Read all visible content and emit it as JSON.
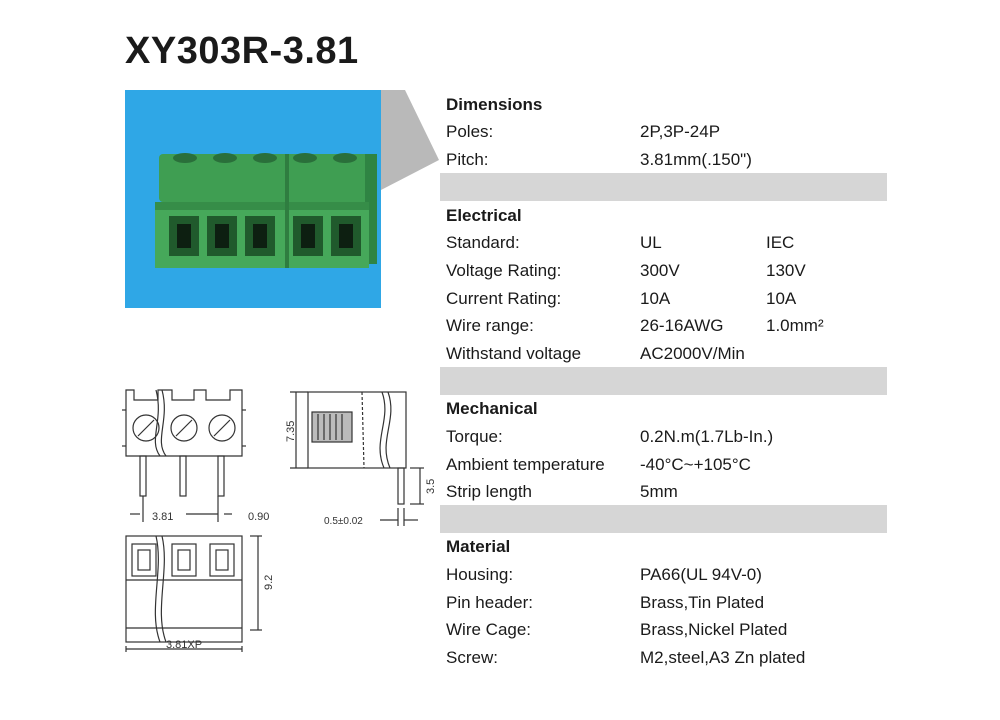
{
  "title": "XY303R-3.81",
  "colors": {
    "photo_bg": "#2fa7e6",
    "housing": "#3a9a4f",
    "separator": "#d6d6d6"
  },
  "sections": {
    "dimensions": {
      "heading": "Dimensions",
      "rows": [
        {
          "label": "Poles:",
          "v1": "2P,3P-24P",
          "v2": ""
        },
        {
          "label": "Pitch:",
          "v1": "3.81mm(.150\")",
          "v2": ""
        }
      ]
    },
    "electrical": {
      "heading": "Electrical",
      "rows": [
        {
          "label": "Standard:",
          "v1": "UL",
          "v2": "IEC"
        },
        {
          "label": "Voltage Rating:",
          "v1": "300V",
          "v2": "130V"
        },
        {
          "label": "Current Rating:",
          "v1": "10A",
          "v2": "10A"
        },
        {
          "label": "Wire range:",
          "v1": "26-16AWG",
          "v2": "1.0mm²"
        },
        {
          "label": "Withstand voltage",
          "v1": "AC2000V/Min",
          "v2": ""
        }
      ]
    },
    "mechanical": {
      "heading": "Mechanical",
      "rows": [
        {
          "label": "Torque:",
          "v1": "0.2N.m(1.7Lb-In.)",
          "v2": ""
        },
        {
          "label": "Ambient temperature",
          "v1": "-40°C~+105°C",
          "v2": ""
        },
        {
          "label": "Strip length",
          "v1": "5mm",
          "v2": ""
        }
      ]
    },
    "material": {
      "heading": "Material",
      "rows": [
        {
          "label": "Housing:",
          "v1": "PA66(UL 94V-0)",
          "v2": ""
        },
        {
          "label": "Pin header:",
          "v1": "Brass,Tin Plated",
          "v2": ""
        },
        {
          "label": "Wire Cage:",
          "v1": "Brass,Nickel Plated",
          "v2": ""
        },
        {
          "label": "Screw:",
          "v1": "M2,steel,A3 Zn plated",
          "v2": ""
        }
      ]
    }
  },
  "drawing_labels": {
    "pitch": "3.81",
    "pin_offset": "0.90",
    "height": "7.35",
    "pin_length": "3.5",
    "pin_width": "0.5±0.02",
    "depth": "9.2",
    "width": "3.81XP"
  }
}
